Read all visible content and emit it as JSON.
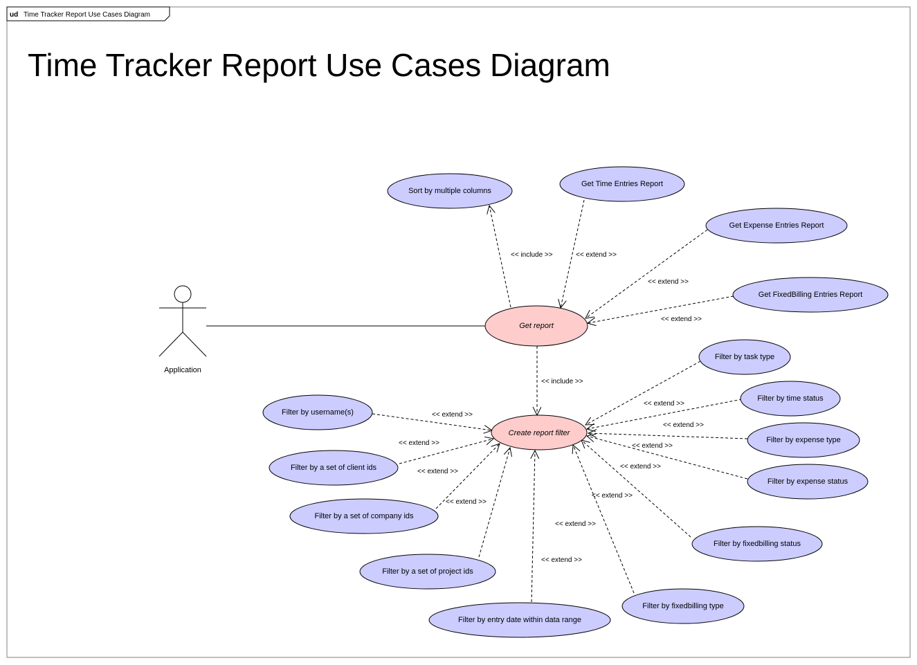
{
  "frame": {
    "tag_keyword": "ud",
    "tag_name": "Time Tracker Report Use Cases Diagram"
  },
  "title": "Time Tracker Report Use Cases Diagram",
  "colors": {
    "main_use_case_fill": "#ffcccc",
    "use_case_fill": "#ccccff",
    "stroke": "#000000"
  },
  "actor": {
    "label": "Application"
  },
  "use_cases": {
    "get_report": "Get report",
    "create_report_filter": "Create report filter",
    "sort_by_multiple_columns": "Sort by multiple columns",
    "get_time_entries_report": "Get Time Entries Report",
    "get_expense_entries_report": "Get Expense Entries Report",
    "get_fixedbilling_entries_report": "Get FixedBilling Entries Report",
    "filter_by_task_type": "Filter by task type",
    "filter_by_time_status": "Filter by time status",
    "filter_by_expense_type": "Filter by expense type",
    "filter_by_expense_status": "Filter by expense status",
    "filter_by_fixedbilling_status": "Filter by fixedbilling status",
    "filter_by_fixedbilling_type": "Filter by fixedbilling type",
    "filter_by_entry_date": "Filter by entry date within data range",
    "filter_by_project_ids": "Filter by a set of project ids",
    "filter_by_company_ids": "Filter by a set of company ids",
    "filter_by_client_ids": "Filter by a set of client ids",
    "filter_by_usernames": "Filter by username(s)"
  },
  "relation_labels": {
    "include": "<< include >>",
    "extend": "<< extend >>"
  }
}
